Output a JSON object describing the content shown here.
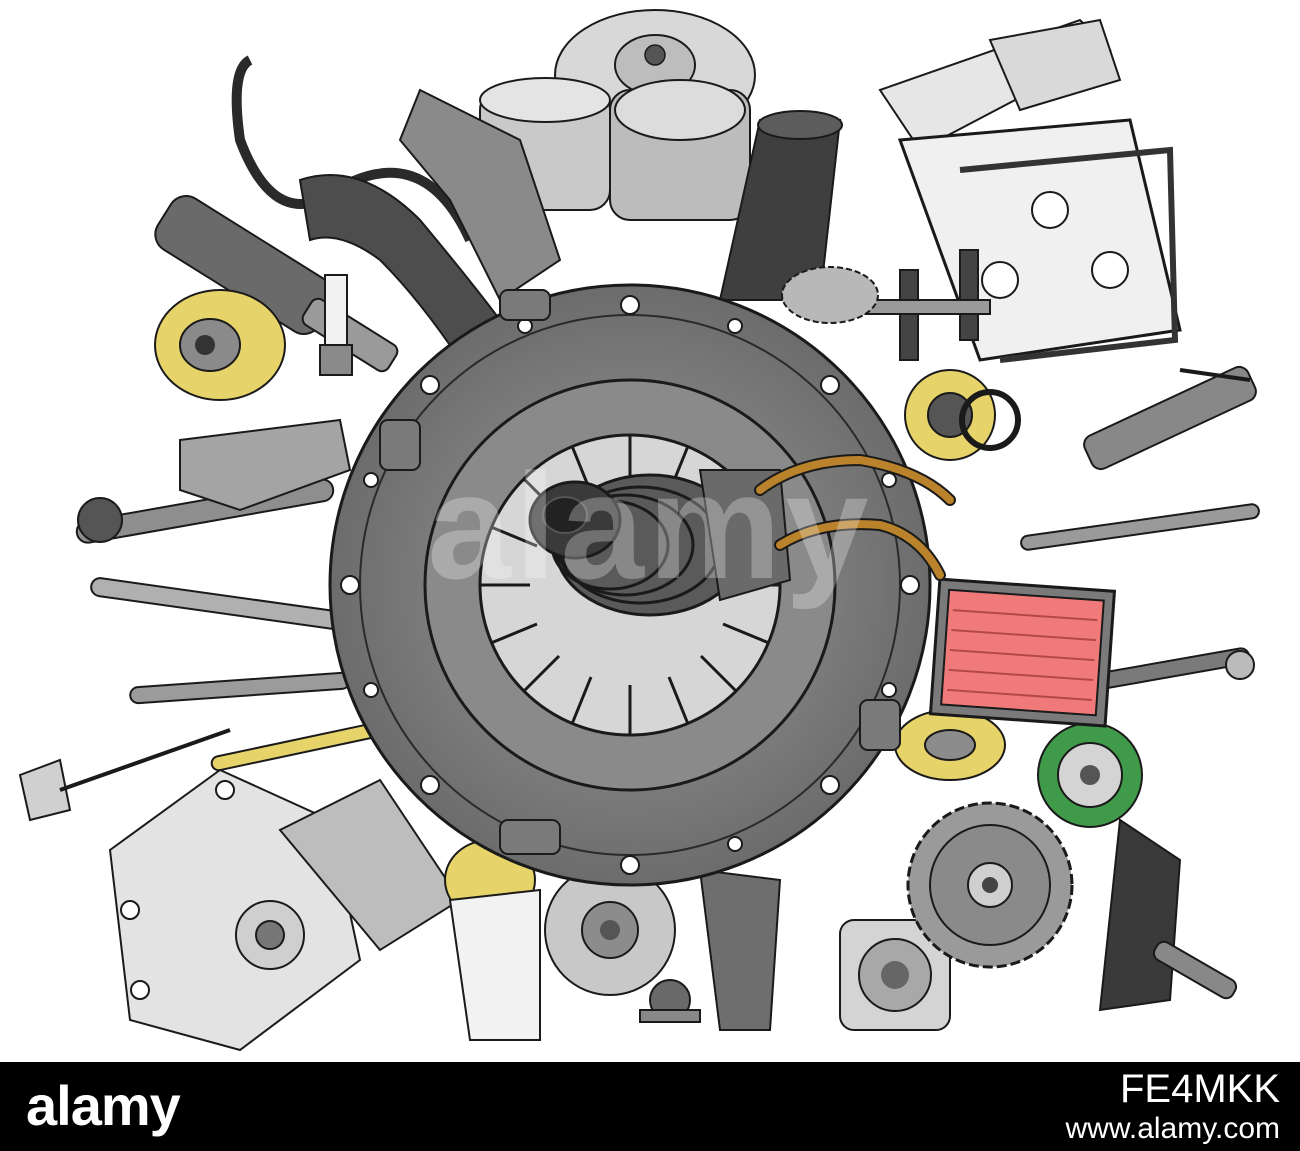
{
  "watermark": "alamy",
  "footer": {
    "logo": "alamy",
    "image_id": "FE4MKK",
    "url": "www.alamy.com"
  },
  "colors": {
    "metal_dark": "#6e6e6e",
    "metal_mid": "#8c8c8c",
    "metal_light": "#c4c4c4",
    "rubber": "#4a4a4a",
    "brass": "#e6d36a",
    "copper_tube": "#b9822b",
    "air_filter": "#f07a7a",
    "green_ring": "#3f9a4a",
    "outline": "#1a1a1a",
    "footer_bg": "#000000"
  },
  "icons": [
    "clutch-pressure-plate-icon",
    "release-bearing-icon",
    "air-filter-icon",
    "timing-gear-icon",
    "gasket-icon",
    "shock-absorber-icon",
    "radiator-hose-icon",
    "pulley-icon",
    "water-pump-icon",
    "brake-pad-icon",
    "spark-plug-icon",
    "tie-rod-icon"
  ]
}
